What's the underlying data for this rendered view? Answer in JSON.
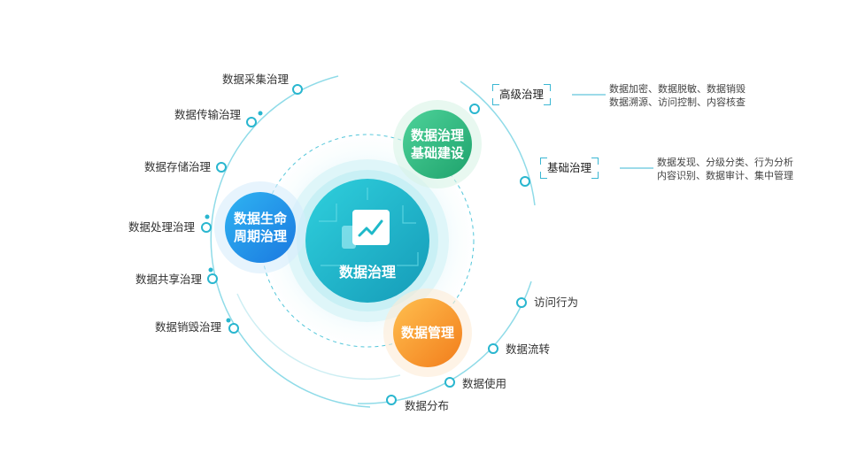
{
  "center": {
    "title": "数据治理",
    "icon": "chart-trend-icon"
  },
  "lifecycle": {
    "line1": "数据生命",
    "line2": "周期治理",
    "items": [
      "数据采集治理",
      "数据传输治理",
      "数据存储治理",
      "数据处理治理",
      "数据共享治理",
      "数据销毁治理"
    ]
  },
  "foundation": {
    "line1": "数据治理",
    "line2": "基础建设",
    "advanced": {
      "label": "高级治理",
      "detail1": "数据加密、数据脱敏、数据销毁",
      "detail2": "数据溯源、访问控制、内容核查"
    },
    "basic": {
      "label": "基础治理",
      "detail1": "数据发现、分级分类、行为分析",
      "detail2": "内容识别、数据审计、集中管理"
    }
  },
  "management": {
    "label": "数据管理",
    "items": [
      "访问行为",
      "数据流转",
      "数据使用",
      "数据分布"
    ]
  },
  "colors": {
    "teal": "#24bfd0",
    "blue": "#1f8fe8",
    "green": "#2fb87a",
    "orange": "#f59a2b",
    "line": "#7fd3e2"
  }
}
